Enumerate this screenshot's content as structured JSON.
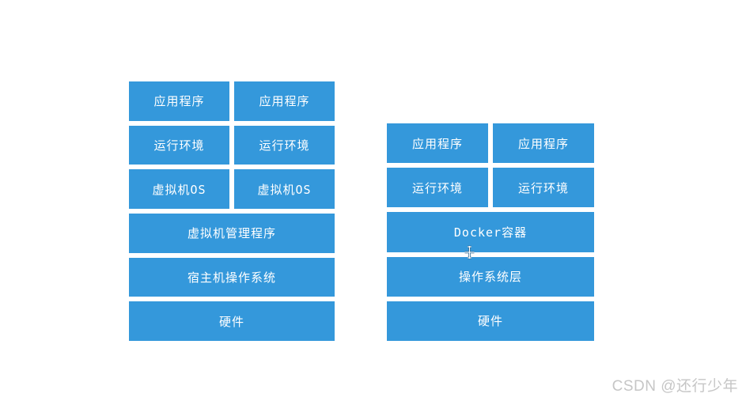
{
  "colors": {
    "box_blue": "#3498db",
    "box_text": "#ffffff",
    "watermark_gray": "#c6c6c6",
    "canvas_bg": "#ffffff"
  },
  "vm_stack": {
    "split_rows": [
      [
        "应用程序",
        "应用程序"
      ],
      [
        "运行环境",
        "运行环境"
      ],
      [
        "虚拟机OS",
        "虚拟机OS"
      ]
    ],
    "full_rows": [
      "虚拟机管理程序",
      "宿主机操作系统",
      "硬件"
    ]
  },
  "docker_stack": {
    "split_rows": [
      [
        "应用程序",
        "应用程序"
      ],
      [
        "运行环境",
        "运行环境"
      ]
    ],
    "full_rows": [
      "Docker容器",
      "操作系统层",
      "硬件"
    ]
  },
  "icons": {
    "cursor": "move-cursor"
  },
  "watermark": {
    "text": "CSDN @还行少年"
  }
}
